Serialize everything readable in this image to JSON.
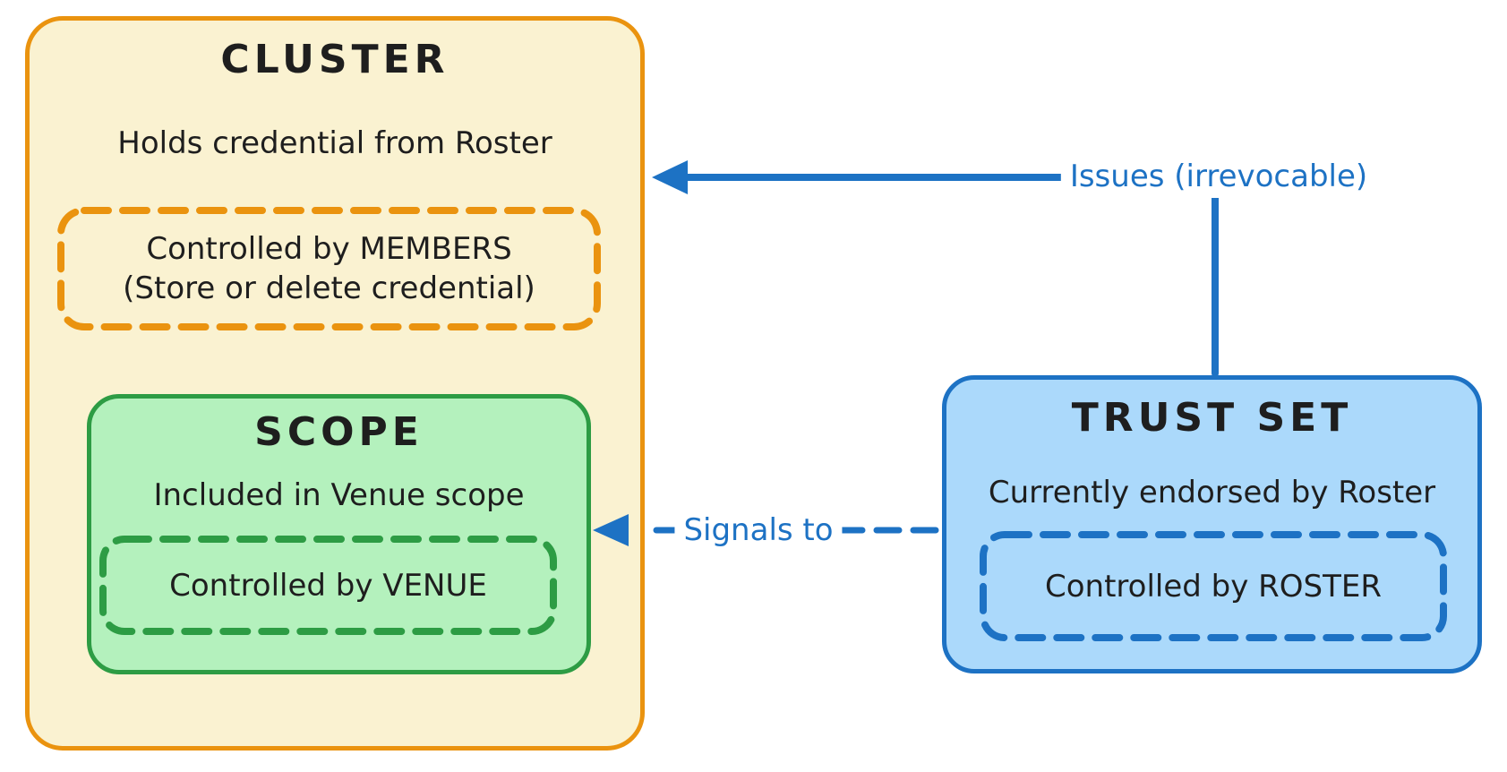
{
  "diagram_title": "",
  "colors": {
    "cluster_fill": "#faf2d1",
    "cluster_border": "#ea930f",
    "scope_fill": "#b4f1bd",
    "scope_border": "#2d9c44",
    "trust_fill": "#abd9fb",
    "trust_border": "#1d72c4",
    "arrow_blue": "#1d72c4",
    "text_black": "#1e1e1e"
  },
  "cluster": {
    "title": "CLUSTER",
    "subtitle": "Holds credential from Roster",
    "members_box": {
      "line1": "Controlled by MEMBERS",
      "line2": "(Store or delete credential)"
    },
    "scope": {
      "title": "SCOPE",
      "subtitle": "Included in Venue scope",
      "venue_box": {
        "line1": "Controlled by VENUE"
      }
    }
  },
  "trust_set": {
    "title": "TRUST SET",
    "subtitle": "Currently endorsed by Roster",
    "roster_box": {
      "line1": "Controlled by ROSTER"
    }
  },
  "arrows": {
    "issues": {
      "label": "Issues (irrevocable)",
      "style": "solid",
      "from": "trust_set",
      "to": "cluster"
    },
    "signals": {
      "label": "Signals to",
      "style": "dashed",
      "from": "trust_set",
      "to": "scope"
    }
  }
}
